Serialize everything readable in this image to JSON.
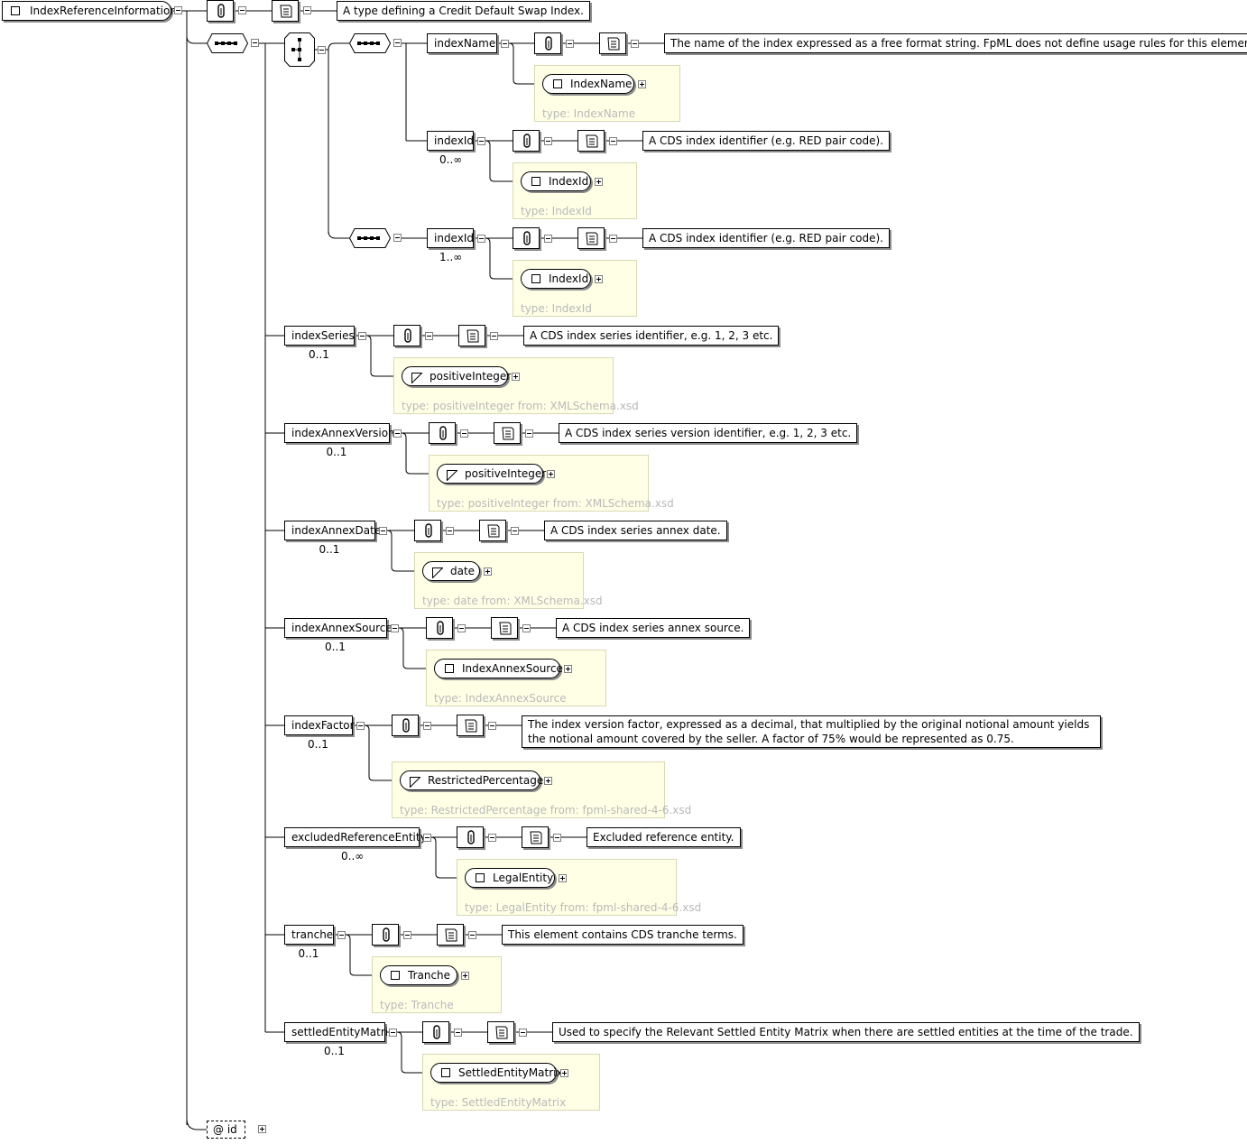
{
  "root": {
    "name": "IndexReferenceInformation",
    "documentation": "A type defining a Credit Default Swap Index.",
    "attribute": "@ id"
  },
  "choice_elements": [
    {
      "name": "indexName",
      "occurs": "",
      "documentation": "The name of the index expressed as a free format string. FpML does not define usage rules for this element.",
      "type_name": "IndexName",
      "type_label": "type: IndexName",
      "type_kind": "complex"
    },
    {
      "name": "indexId",
      "occurs": "0..∞",
      "documentation": "A CDS index identifier (e.g. RED pair code).",
      "type_name": "IndexId",
      "type_label": "type: IndexId",
      "type_kind": "complex"
    },
    {
      "name": "indexId",
      "occurs": "1..∞",
      "documentation": "A CDS index identifier (e.g. RED pair code).",
      "type_name": "IndexId",
      "type_label": "type: IndexId",
      "type_kind": "complex"
    }
  ],
  "elements": [
    {
      "name": "indexSeries",
      "occurs": "0..1",
      "documentation": "A CDS index series identifier, e.g. 1, 2, 3 etc.",
      "type_name": "positiveInteger",
      "type_label": "type: positiveInteger from: XMLSchema.xsd",
      "type_kind": "simple"
    },
    {
      "name": "indexAnnexVersion",
      "occurs": "0..1",
      "documentation": "A CDS index series version identifier, e.g. 1, 2, 3 etc.",
      "type_name": "positiveInteger",
      "type_label": "type: positiveInteger from: XMLSchema.xsd",
      "type_kind": "simple"
    },
    {
      "name": "indexAnnexDate",
      "occurs": "0..1",
      "documentation": "A CDS index series annex date.",
      "type_name": "date",
      "type_label": "type: date from: XMLSchema.xsd",
      "type_kind": "simple"
    },
    {
      "name": "indexAnnexSource",
      "occurs": "0..1",
      "documentation": "A CDS index series annex source.",
      "type_name": "IndexAnnexSource",
      "type_label": "type: IndexAnnexSource",
      "type_kind": "complex"
    },
    {
      "name": "indexFactor",
      "occurs": "0..1",
      "documentation": "The index version factor, expressed as a decimal, that multiplied by the original notional amount yields the notional amount covered by the seller. A factor of 75% would be represented as 0.75.",
      "type_name": "RestrictedPercentage",
      "type_label": "type: RestrictedPercentage from: fpml-shared-4-6.xsd",
      "type_kind": "simple"
    },
    {
      "name": "excludedReferenceEntity",
      "occurs": "0..∞",
      "documentation": "Excluded reference entity.",
      "type_name": "LegalEntity",
      "type_label": "type: LegalEntity from: fpml-shared-4-6.xsd",
      "type_kind": "complex"
    },
    {
      "name": "tranche",
      "occurs": "0..1",
      "documentation": "This element contains CDS tranche terms.",
      "type_name": "Tranche",
      "type_label": "type: Tranche",
      "type_kind": "complex"
    },
    {
      "name": "settledEntityMatrix",
      "occurs": "0..1",
      "documentation": "Used to specify the Relevant Settled Entity Matrix when there are settled entities at the time of the trade.",
      "type_name": "SettledEntityMatrix",
      "type_label": "type: SettledEntityMatrix",
      "type_kind": "complex"
    }
  ],
  "colors": {
    "type_box_fill": "#ffffe6",
    "type_label": "#b9b9b9",
    "shadow": "#8c8c8c"
  }
}
